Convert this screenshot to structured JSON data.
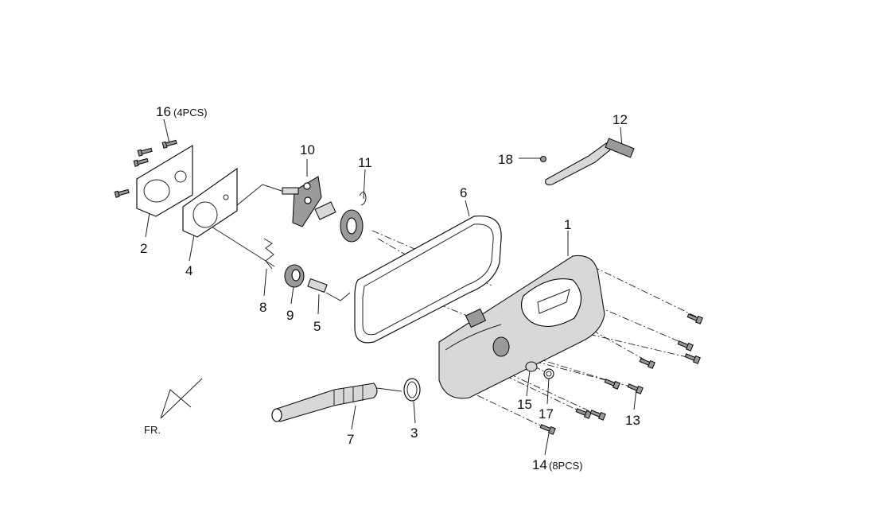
{
  "labels": {
    "p1": "1",
    "p2": "2",
    "p3": "3",
    "p4": "4",
    "p5": "5",
    "p6": "6",
    "p7": "7",
    "p8": "8",
    "p9": "9",
    "p10": "10",
    "p11": "11",
    "p12": "12",
    "p13": "13",
    "p14": "14",
    "p14_qty": "(8PCS)",
    "p15": "15",
    "p16": "16",
    "p16_qty": "(4PCS)",
    "p17": "17",
    "p18": "18",
    "front": "FR."
  },
  "colors": {
    "line": "#111111",
    "shade": "#9a9a9a",
    "light": "#d8d8d8"
  }
}
